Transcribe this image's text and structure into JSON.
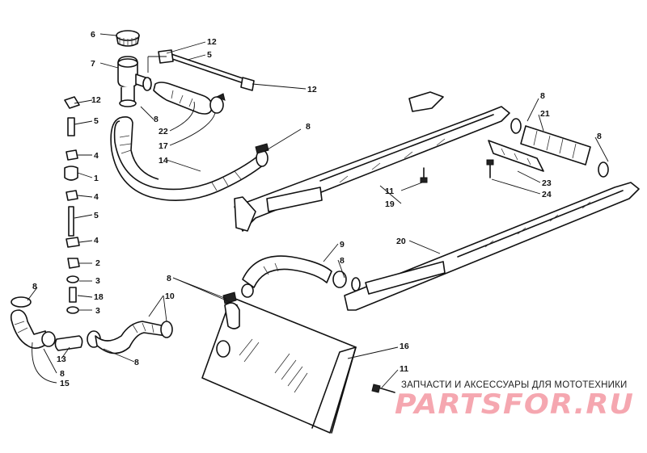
{
  "watermark": {
    "caption": "ЗАПЧАСТИ И АКСЕССУАРЫ ДЛЯ МОТОТЕХНИКИ",
    "logo": "PARTSFOR.RU",
    "logo_color": "#f5a7b0"
  },
  "callouts": {
    "c6": "6",
    "c7": "7",
    "c12a": "12",
    "c5a": "5",
    "c12b": "12",
    "c12c": "12",
    "c5b": "5",
    "c4a": "4",
    "c1": "1",
    "c4b": "4",
    "c5c": "5",
    "c4c": "4",
    "c2": "2",
    "c3a": "3",
    "c18": "18",
    "c3b": "3",
    "c8a": "8",
    "c22": "22",
    "c17": "17",
    "c14": "14",
    "c8b": "8",
    "c8c": "8",
    "c21": "21",
    "c8d": "8",
    "c23": "23",
    "c24": "24",
    "c11a": "11",
    "c19": "19",
    "c20": "20",
    "c9": "9",
    "c8e": "8",
    "c8f": "8",
    "c10": "10",
    "c8g": "8",
    "c13": "13",
    "c8h": "8",
    "c15": "15",
    "c16": "16",
    "c11b": "11",
    "c8i": "8"
  }
}
